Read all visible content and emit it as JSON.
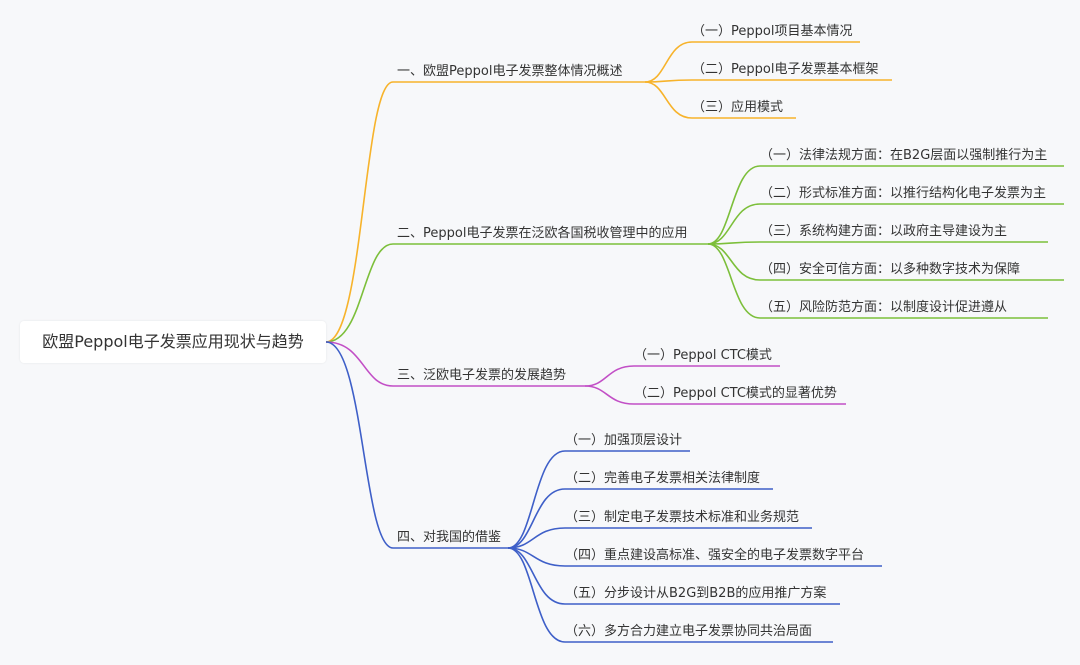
{
  "root": {
    "label": "欧盟Peppol电子发票应用现状与趋势"
  },
  "colors": {
    "branch1": "#f7b32b",
    "branch2": "#7cbf3a",
    "branch3": "#c24fc6",
    "branch4": "#3e5fc8"
  },
  "branches": [
    {
      "label": "一、欧盟Peppol电子发票整体情况概述",
      "color": "#f7b32b",
      "children": [
        {
          "label": "（一）Peppol项目基本情况"
        },
        {
          "label": "（二）Peppol电子发票基本框架"
        },
        {
          "label": "（三）应用模式"
        }
      ]
    },
    {
      "label": "二、Peppol电子发票在泛欧各国税收管理中的应用",
      "color": "#7cbf3a",
      "children": [
        {
          "label": "（一）法律法规方面：在B2G层面以强制推行为主"
        },
        {
          "label": "（二）形式标准方面：以推行结构化电子发票为主"
        },
        {
          "label": "（三）系统构建方面：以政府主导建设为主"
        },
        {
          "label": "（四）安全可信方面：以多种数字技术为保障"
        },
        {
          "label": "（五）风险防范方面：以制度设计促进遵从"
        }
      ]
    },
    {
      "label": "三、泛欧电子发票的发展趋势",
      "color": "#c24fc6",
      "children": [
        {
          "label": "（一）Peppol CTC模式"
        },
        {
          "label": "（二）Peppol CTC模式的显著优势"
        }
      ]
    },
    {
      "label": "四、对我国的借鉴",
      "color": "#3e5fc8",
      "children": [
        {
          "label": "（一）加强顶层设计"
        },
        {
          "label": "（二）完善电子发票相关法律制度"
        },
        {
          "label": "（三）制定电子发票技术标准和业务规范"
        },
        {
          "label": "（四）重点建设高标准、强安全的电子发票数字平台"
        },
        {
          "label": "（五）分步设计从B2G到B2B的应用推广方案"
        },
        {
          "label": "（六）多方合力建立电子发票协同共治局面"
        }
      ]
    }
  ]
}
